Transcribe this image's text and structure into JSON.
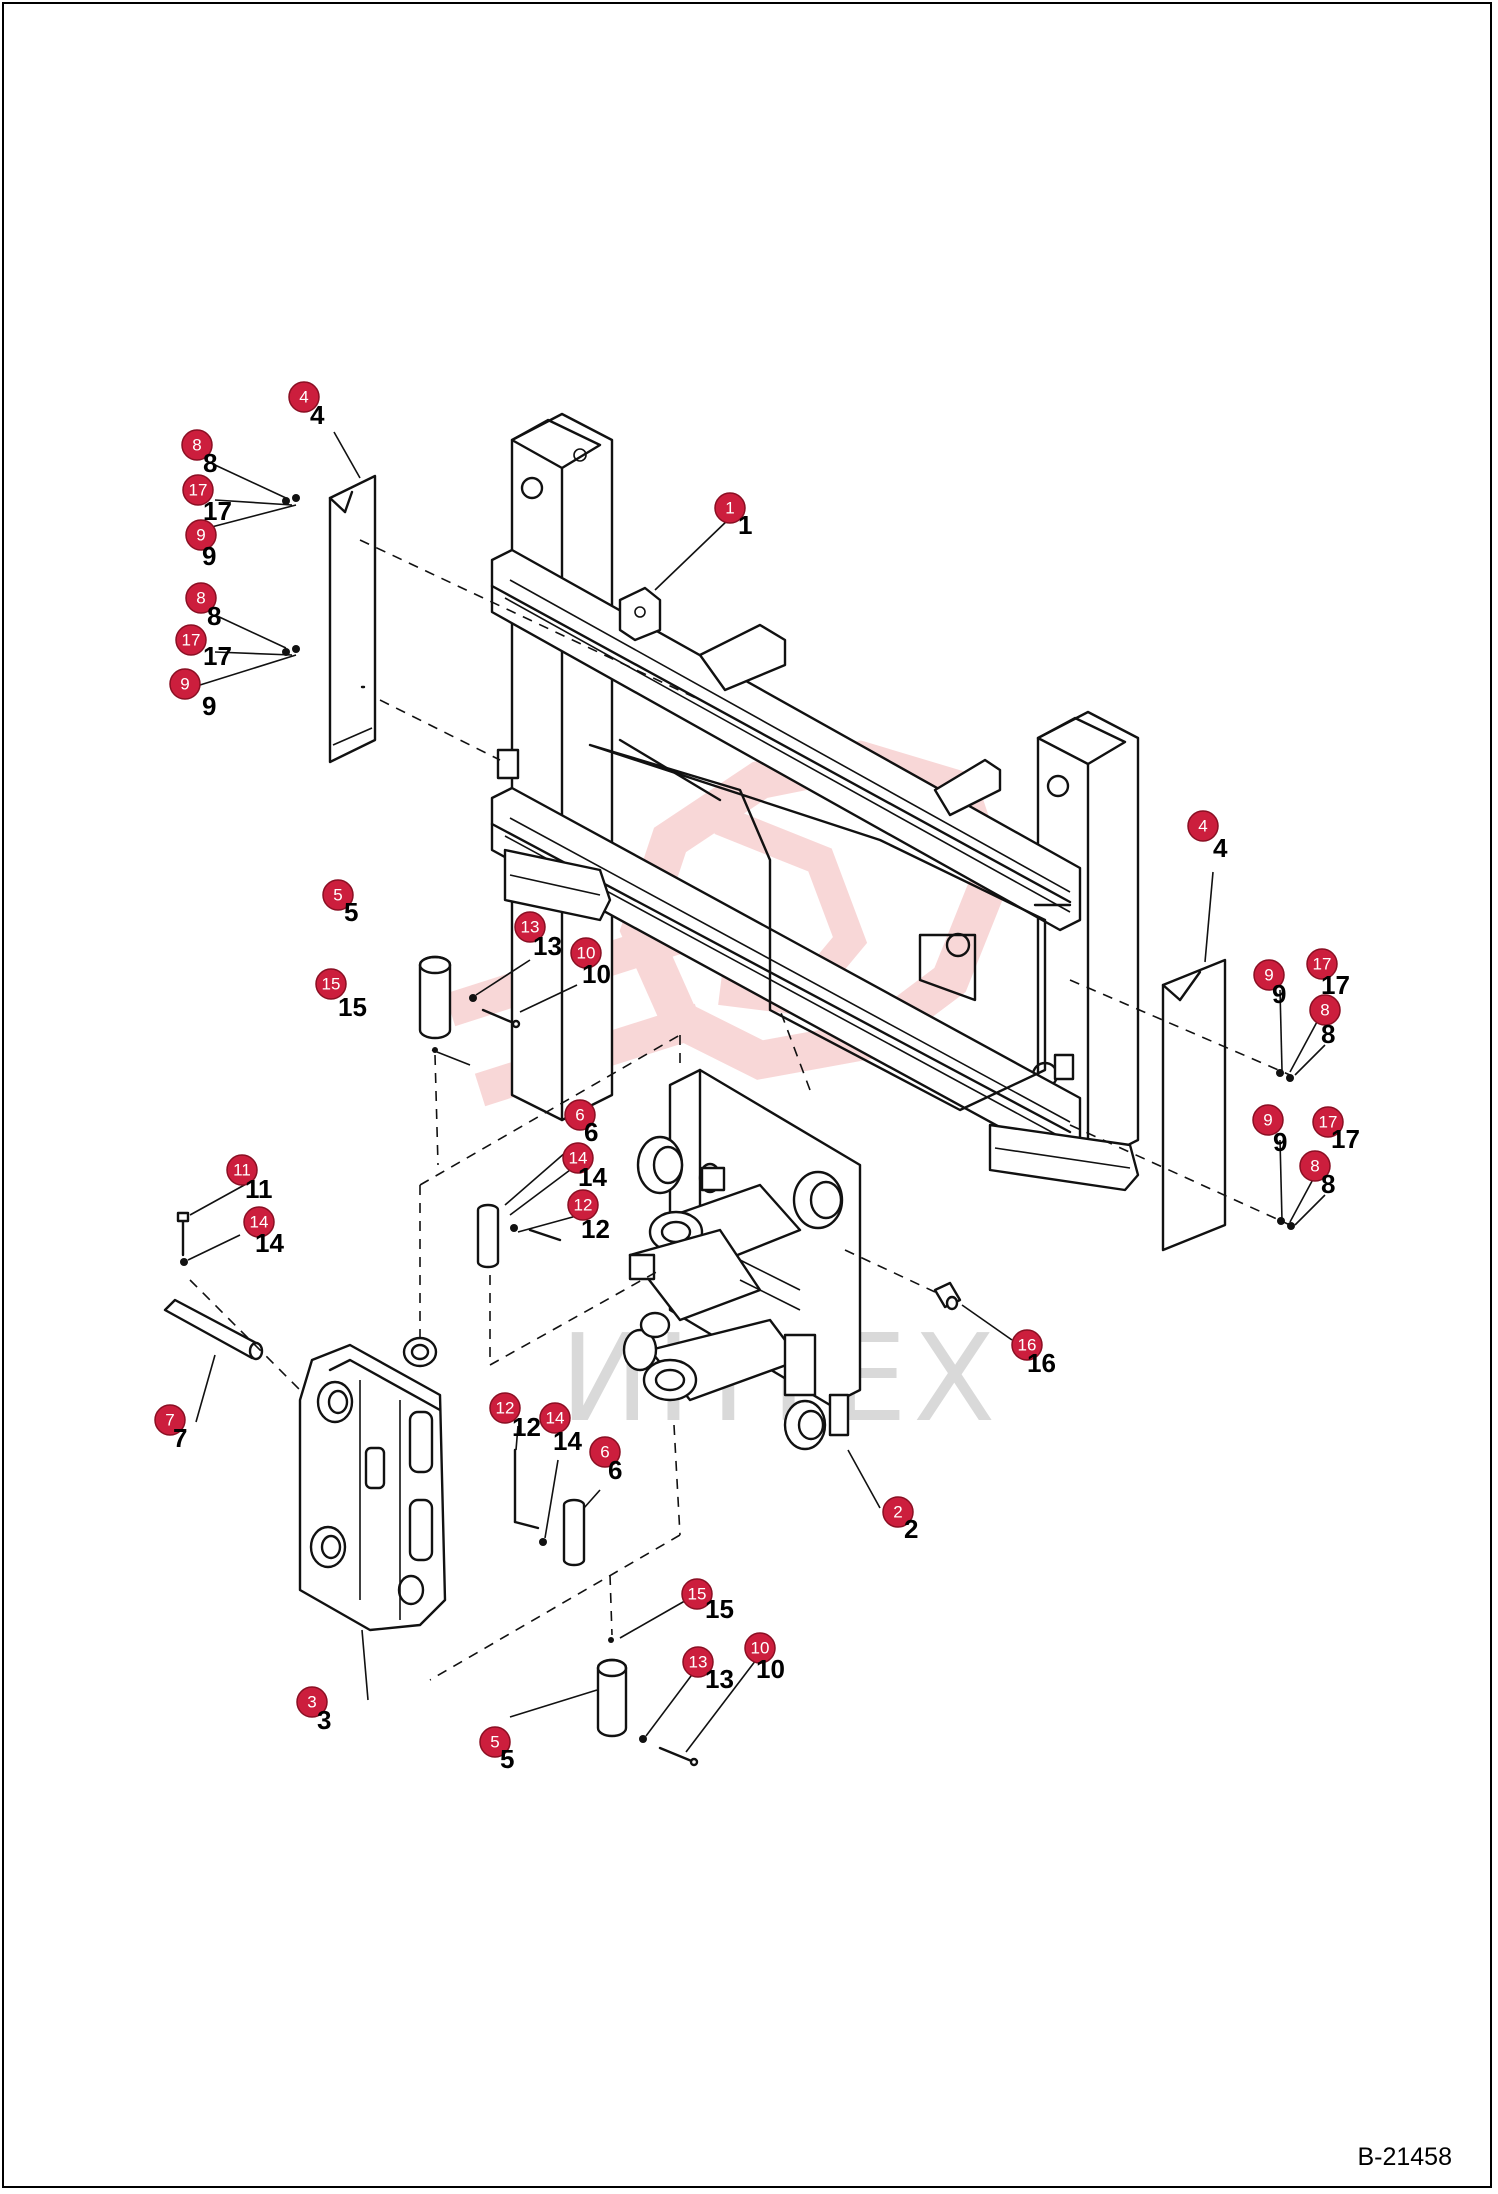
{
  "drawing_id": "B-21458",
  "watermark": "ИНТЕХ",
  "colors": {
    "callout": "#cc1e3d",
    "lines": "#111111",
    "watermark": "#f3b8b8"
  },
  "callouts": [
    {
      "num": "1",
      "plain": "1"
    },
    {
      "num": "2",
      "plain": "2"
    },
    {
      "num": "3",
      "plain": "3"
    },
    {
      "num": "4",
      "plain": "4"
    },
    {
      "num": "4",
      "plain": "4"
    },
    {
      "num": "5",
      "plain": "5"
    },
    {
      "num": "5",
      "plain": "5"
    },
    {
      "num": "6",
      "plain": "6"
    },
    {
      "num": "6",
      "plain": "6"
    },
    {
      "num": "7",
      "plain": "7"
    },
    {
      "num": "8",
      "plain": "8"
    },
    {
      "num": "8",
      "plain": "8"
    },
    {
      "num": "8",
      "plain": "8"
    },
    {
      "num": "8",
      "plain": "8"
    },
    {
      "num": "9",
      "plain": "9"
    },
    {
      "num": "9",
      "plain": "9"
    },
    {
      "num": "9",
      "plain": "9"
    },
    {
      "num": "9",
      "plain": "9"
    },
    {
      "num": "10",
      "plain": "10"
    },
    {
      "num": "10",
      "plain": "10"
    },
    {
      "num": "11",
      "plain": "11"
    },
    {
      "num": "12",
      "plain": "12"
    },
    {
      "num": "12",
      "plain": "12"
    },
    {
      "num": "13",
      "plain": "13"
    },
    {
      "num": "13",
      "plain": "13"
    },
    {
      "num": "14",
      "plain": "14"
    },
    {
      "num": "14",
      "plain": "14"
    },
    {
      "num": "14",
      "plain": "14"
    },
    {
      "num": "15",
      "plain": "15"
    },
    {
      "num": "15",
      "plain": "15"
    },
    {
      "num": "16",
      "plain": "16"
    },
    {
      "num": "17",
      "plain": "17"
    },
    {
      "num": "17",
      "plain": "17"
    },
    {
      "num": "17",
      "plain": "17"
    },
    {
      "num": "17",
      "plain": "17"
    }
  ]
}
